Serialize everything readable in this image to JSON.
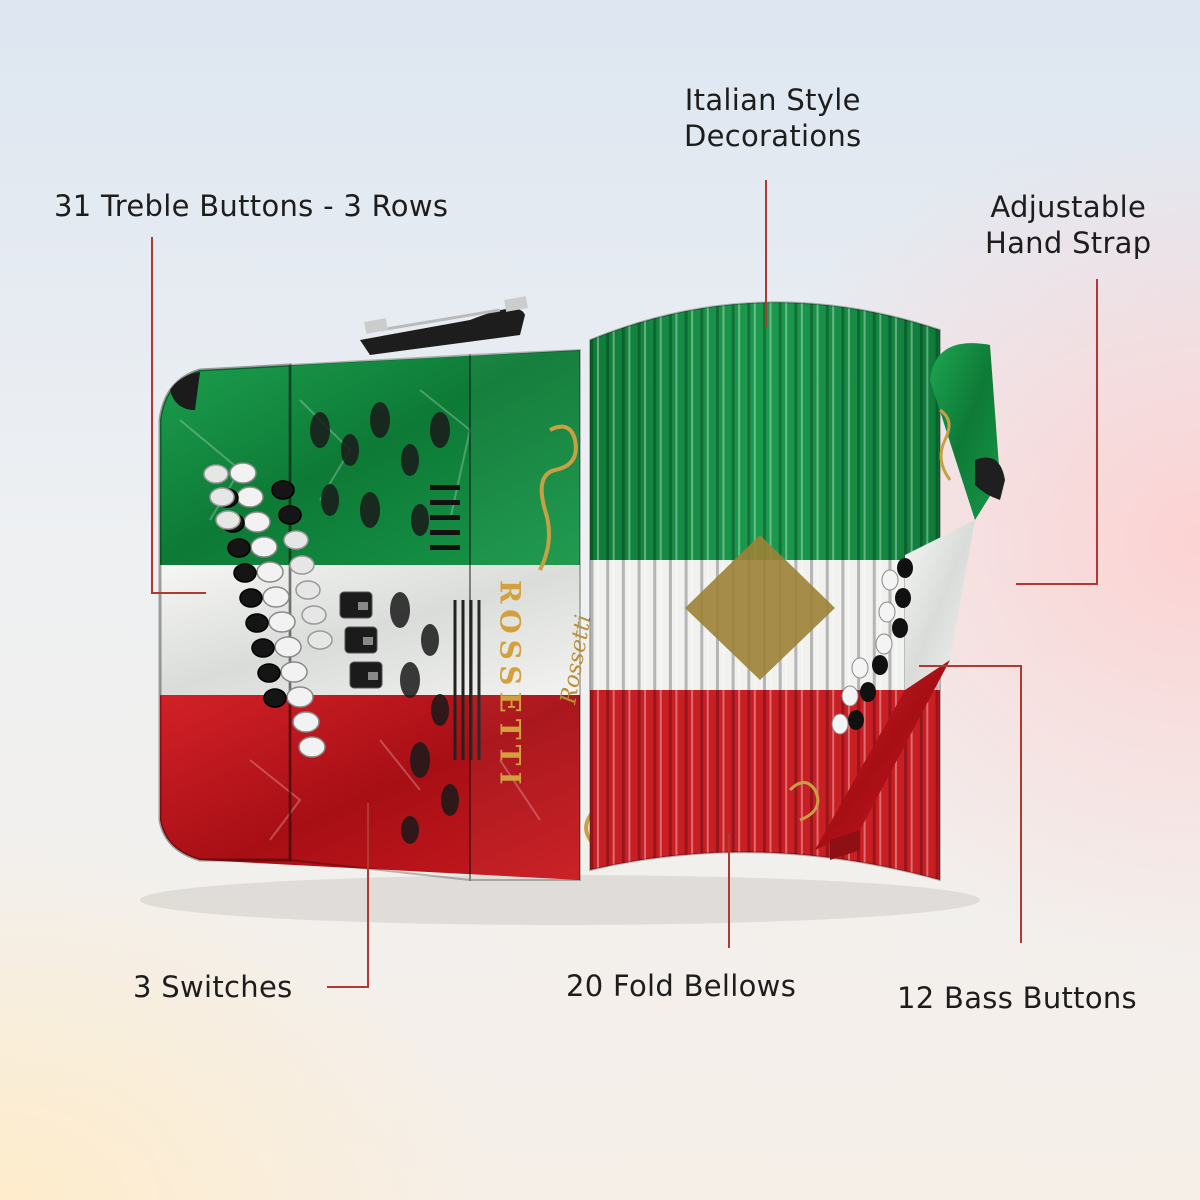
{
  "callouts": {
    "treble": "31 Treble Buttons - 3 Rows",
    "decorations_line1": "Italian Style",
    "decorations_line2": "Decorations",
    "strap_line1": "Adjustable",
    "strap_line2": "Hand Strap",
    "switches": "3 Switches",
    "bellows": "20 Fold Bellows",
    "bass": "12 Bass Buttons"
  },
  "brand": {
    "grille_logo": "ROSSETTI",
    "script_logo": "Rossetti"
  },
  "colors": {
    "green": "#138a3f",
    "white": "#eef0ee",
    "red": "#c4161c",
    "gold": "#b8903a",
    "callout_line": "#b03a32",
    "text": "#1d1d1d"
  }
}
